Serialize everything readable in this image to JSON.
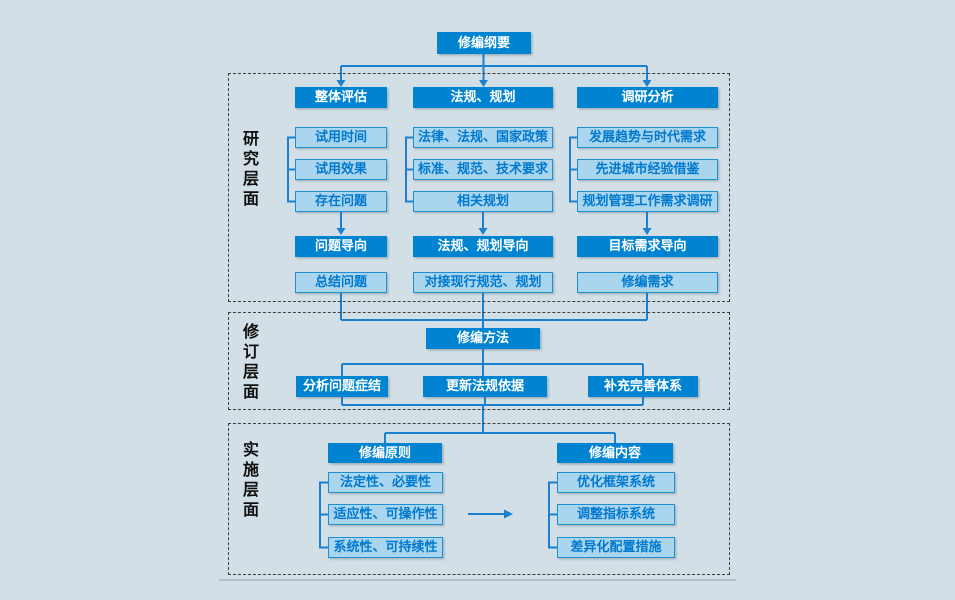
{
  "root_label": "修编纲要",
  "layers": {
    "research": {
      "label": "研究层面",
      "columns": [
        {
          "header": "整体评估",
          "items": [
            "试用时间",
            "试用效果",
            "存在问题"
          ],
          "direction": "问题导向",
          "result": "总结问题"
        },
        {
          "header": "法规、规划",
          "items": [
            "法律、法规、国家政策",
            "标准、规范、技术要求",
            "相关规划"
          ],
          "direction": "法规、规划导向",
          "result": "对接现行规范、规划"
        },
        {
          "header": "调研分析",
          "items": [
            "发展趋势与时代需求",
            "先进城市经验借鉴",
            "规划管理工作需求调研"
          ],
          "direction": "目标需求导向",
          "result": "修编需求"
        }
      ]
    },
    "revision": {
      "label": "修订层面",
      "method": "修编方法",
      "actions": [
        "分析问题症结",
        "更新法规依据",
        "补充完善体系"
      ]
    },
    "implementation": {
      "label": "实施层面",
      "groups": [
        {
          "header": "修编原则",
          "items": [
            "法定性、必要性",
            "适应性、可操作性",
            "系统性、可持续性"
          ]
        },
        {
          "header": "修编内容",
          "items": [
            "优化框架系统",
            "调整指标系统",
            "差异化配置措施"
          ]
        }
      ]
    }
  },
  "colors": {
    "background": "#d3dfe6",
    "primary_blue": "#0084d1",
    "light_fill": "#aad5ee",
    "light_border": "#1e8fd2",
    "light_text": "#0079cf",
    "connector": "#1a80cf",
    "dashed_border": "#3f3f3f"
  }
}
